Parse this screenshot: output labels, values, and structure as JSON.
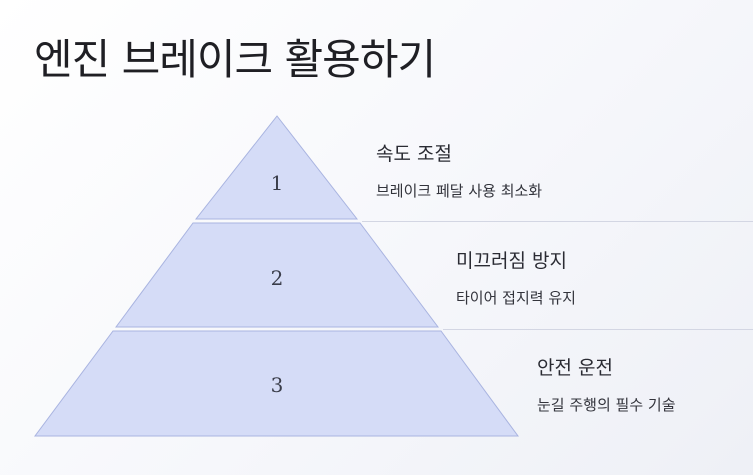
{
  "title": "엔진 브레이크 활용하기",
  "tiers": [
    {
      "number": "1",
      "heading": "속도 조절",
      "description": "브레이크 페달 사용 최소화"
    },
    {
      "number": "2",
      "heading": "미끄러짐 방지",
      "description": "타이어 접지력 유지"
    },
    {
      "number": "3",
      "heading": "안전 운전",
      "description": "눈길 주행의 필수 기술"
    }
  ],
  "colors": {
    "tier_fill": "#d5dcf7",
    "tier_stroke": "#a9b4e0",
    "divider": "#d3d6e3"
  }
}
